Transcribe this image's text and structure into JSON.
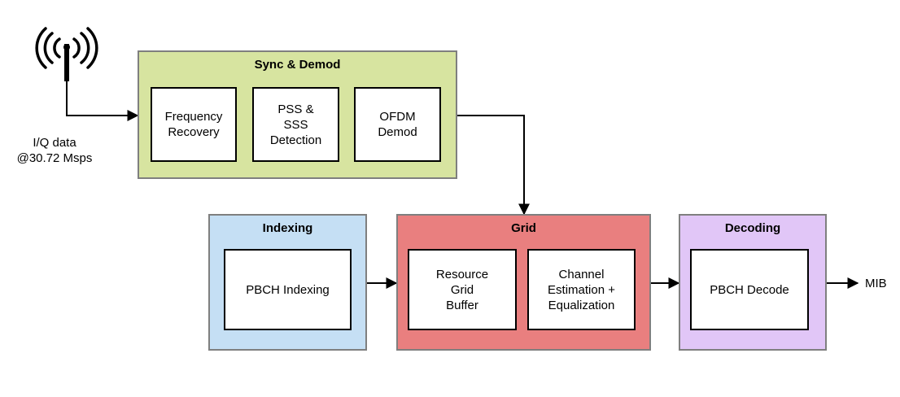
{
  "colors": {
    "sync_fill": "#d7e4a0",
    "indexing_fill": "#c5dff4",
    "grid_fill": "#e97f7f",
    "decoding_fill": "#e1c6f7",
    "border_gray": "#7f7f7f",
    "line": "#000000"
  },
  "input": {
    "icon": "antenna-icon",
    "label": "I/Q data\n@30.72 Msps"
  },
  "groups": {
    "sync": {
      "title": "Sync & Demod",
      "blocks": [
        "Frequency\nRecovery",
        "PSS &\nSSS\nDetection",
        "OFDM\nDemod"
      ]
    },
    "indexing": {
      "title": "Indexing",
      "blocks": [
        "PBCH Indexing"
      ]
    },
    "grid": {
      "title": "Grid",
      "blocks": [
        "Resource\nGrid\nBuffer",
        "Channel\nEstimation +\nEqualization"
      ]
    },
    "decoding": {
      "title": "Decoding",
      "blocks": [
        "PBCH Decode"
      ]
    }
  },
  "output": {
    "label": "MIB"
  }
}
